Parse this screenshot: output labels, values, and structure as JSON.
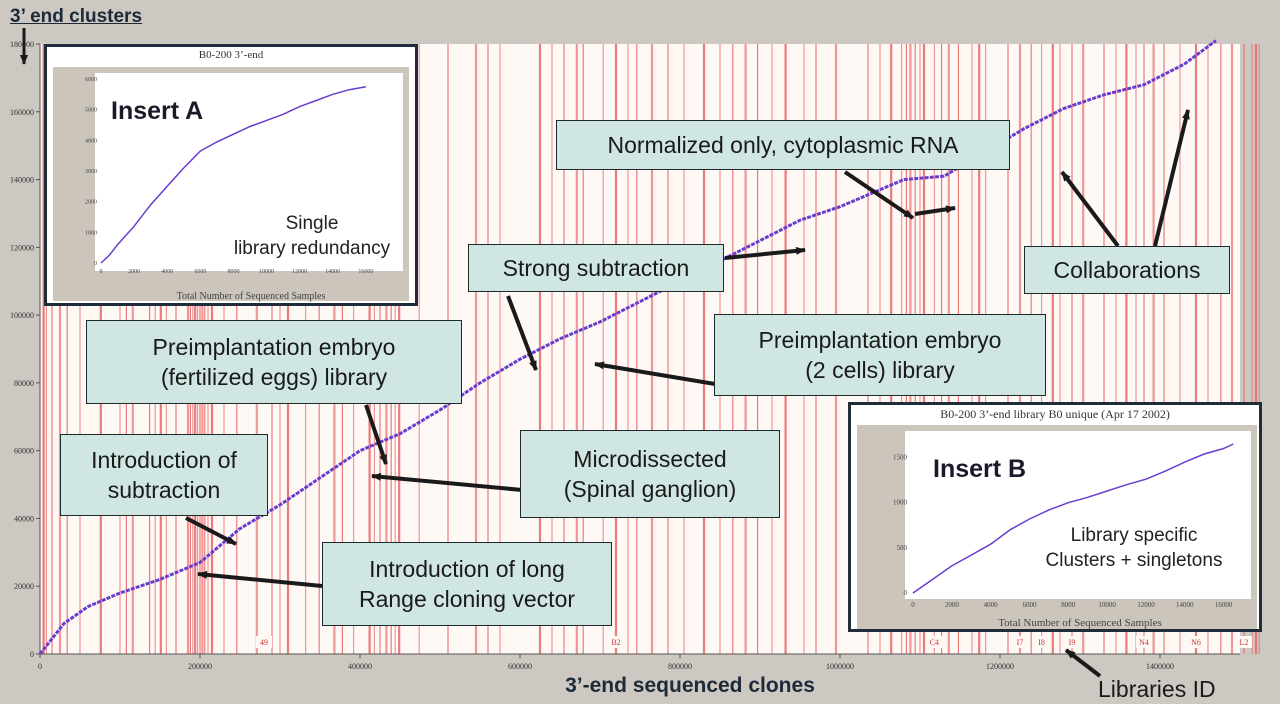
{
  "main": {
    "title": "3’ end clusters",
    "xlabel": "3’-end sequenced clones",
    "libraries_id": "Libraries ID"
  },
  "chart_data": {
    "type": "line",
    "xlim": [
      0,
      1500000
    ],
    "ylim": [
      0,
      180000
    ],
    "y_ticks": [
      "0",
      "20000",
      "40000",
      "60000",
      "80000",
      "100000",
      "120000",
      "140000",
      "160000",
      "180000"
    ],
    "x_ticks": [
      "0",
      "200000",
      "400000",
      "600000",
      "800000",
      "1000000",
      "1200000",
      "1400000"
    ],
    "series": [
      {
        "name": "3' end clusters",
        "x": [
          0,
          30000,
          60000,
          100000,
          150000,
          200000,
          250000,
          300000,
          350000,
          400000,
          450000,
          500000,
          550000,
          600000,
          650000,
          700000,
          750000,
          800000,
          850000,
          900000,
          950000,
          1000000,
          1050000,
          1080000,
          1130000,
          1180000,
          1230000,
          1280000,
          1330000,
          1380000,
          1430000,
          1470000
        ],
        "y": [
          0,
          9000,
          14000,
          18000,
          22000,
          27000,
          37000,
          44000,
          52000,
          60000,
          65000,
          72000,
          80000,
          87000,
          93000,
          98000,
          104000,
          110000,
          116000,
          122000,
          128000,
          132000,
          137000,
          140000,
          141000,
          148000,
          155000,
          161000,
          165000,
          168000,
          174000,
          181000
        ]
      }
    ],
    "library_ticks": [
      {
        "x": 280000,
        "label": "49"
      },
      {
        "x": 720000,
        "label": "B2"
      },
      {
        "x": 1118000,
        "label": "C4"
      },
      {
        "x": 1225000,
        "label": "I7"
      },
      {
        "x": 1252000,
        "label": "I8"
      },
      {
        "x": 1290000,
        "label": "I9"
      },
      {
        "x": 1380000,
        "label": "N4"
      },
      {
        "x": 1445000,
        "label": "N6"
      },
      {
        "x": 1505000,
        "label": "L2"
      }
    ],
    "library_boundaries": [
      4500,
      8000,
      15000,
      25000,
      34000,
      50000,
      76000,
      100000,
      108000,
      116000,
      137000,
      144000,
      151000,
      158000,
      170000,
      185000,
      188000,
      191000,
      194000,
      197000,
      200000,
      203000,
      206000,
      210000,
      215000,
      230000,
      246000,
      271000,
      290000,
      300000,
      310000,
      332000,
      349000,
      368000,
      378000,
      392000,
      412000,
      418000,
      425000,
      433000,
      439000,
      444000,
      449000,
      474000,
      510000,
      545000,
      560000,
      575000,
      625000,
      640000,
      655000,
      671000,
      679000,
      704000,
      720000,
      735000,
      746000,
      765000,
      785000,
      805000,
      830000,
      850000,
      866000,
      882000,
      897000,
      915000,
      932000,
      955000,
      970000,
      995000,
      1035000,
      1050000,
      1064000,
      1077000,
      1083000,
      1088000,
      1094000,
      1100000,
      1105000,
      1118000,
      1127000,
      1136000,
      1148000,
      1165000,
      1174000,
      1182000,
      1210000,
      1225000,
      1239000,
      1252000,
      1266000,
      1275000,
      1290000,
      1304000,
      1330000,
      1345000,
      1358000,
      1370000,
      1380000,
      1392000,
      1405000,
      1425000,
      1445000,
      1460000,
      1476000,
      1490000,
      1505000,
      1515000,
      1520000,
      1524000
    ]
  },
  "annotations": {
    "normalized": "Normalized only, cytoplasmic RNA",
    "strong": "Strong subtraction",
    "collab": "Collaborations",
    "pre_eggs_1": "Preimplantation embryo",
    "pre_eggs_2": "(fertilized eggs) library",
    "pre_2c_1": "Preimplantation embryo",
    "pre_2c_2": "(2 cells) library",
    "intro_sub_1": "Introduction of",
    "intro_sub_2": "subtraction",
    "micro_1": "Microdissected",
    "micro_2": "(Spinal ganglion)",
    "intro_long_1": "Introduction of long",
    "intro_long_2": "Range cloning vector"
  },
  "insert_a": {
    "caption": "B0-200 3’-end",
    "label": "Insert A",
    "note_1": "Single",
    "note_2": "library redundancy",
    "xlabel": "Total Number of Sequenced Samples",
    "y_ticks": [
      "0",
      "1000",
      "2000",
      "3000",
      "4000",
      "5000",
      "6000"
    ],
    "x_ticks": [
      "0",
      "2000",
      "4000",
      "6000",
      "8000",
      "10000",
      "12000",
      "14000",
      "16000"
    ],
    "chart_data": {
      "type": "line",
      "xlim": [
        0,
        18000
      ],
      "ylim": [
        0,
        6000
      ],
      "x": [
        0,
        500,
        1000,
        2000,
        3000,
        4000,
        5000,
        6000,
        7000,
        8000,
        9000,
        10000,
        11000,
        12000,
        13000,
        14000,
        15000,
        16000
      ],
      "y": [
        0,
        250,
        600,
        1200,
        1900,
        2500,
        3100,
        3650,
        3950,
        4200,
        4450,
        4650,
        4850,
        5100,
        5300,
        5500,
        5650,
        5750
      ]
    }
  },
  "insert_b": {
    "caption": "B0-200 3’-end library B0 unique (Apr 17 2002)",
    "label": "Insert B",
    "note_1": "Library specific",
    "note_2": "Clusters + singletons",
    "xlabel": "Total Number of Sequenced Samples",
    "y_ticks": [
      "0",
      "500",
      "1000",
      "1500"
    ],
    "x_ticks": [
      "0",
      "2000",
      "4000",
      "6000",
      "8000",
      "10000",
      "12000",
      "14000",
      "16000"
    ],
    "chart_data": {
      "type": "line",
      "xlim": [
        0,
        17000
      ],
      "ylim": [
        0,
        1750
      ],
      "x": [
        0,
        1000,
        2000,
        3000,
        4000,
        5000,
        6000,
        7000,
        8000,
        9000,
        10000,
        11000,
        12000,
        13000,
        14000,
        15000,
        16000,
        16500
      ],
      "y": [
        0,
        150,
        300,
        420,
        540,
        700,
        820,
        920,
        1000,
        1060,
        1130,
        1200,
        1260,
        1350,
        1450,
        1540,
        1600,
        1650
      ]
    }
  }
}
